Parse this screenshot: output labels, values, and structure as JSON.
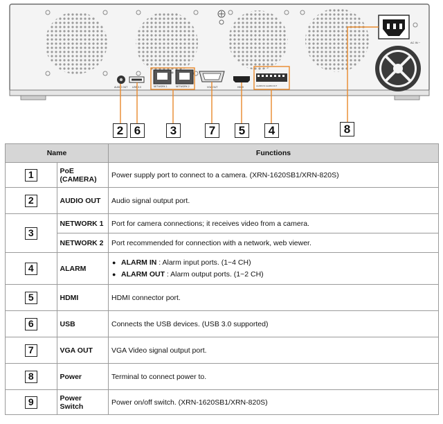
{
  "device_labels": {
    "audio_out": "AUDIO OUT",
    "usb": "USB 3.0",
    "network1": "NETWORK 1",
    "network2": "NETWORK 2",
    "vga_out": "VGA OUT",
    "hdmi": "HDMI",
    "alarm_in_out": "ALARM IN  ALARM OUT",
    "ac_in": "AC IN ~"
  },
  "callouts": [
    "2",
    "6",
    "3",
    "7",
    "5",
    "4",
    "8"
  ],
  "table": {
    "headers": {
      "name": "Name",
      "functions": "Functions"
    },
    "rows": [
      {
        "num": "1",
        "name": "PoE (CAMERA)",
        "function": "Power supply port to connect to a camera. (XRN-1620SB1/XRN-820S)"
      },
      {
        "num": "2",
        "name": "AUDIO OUT",
        "function": "Audio signal output port."
      },
      {
        "num": "3",
        "name": "NETWORK 1",
        "function": "Port for camera connections; it receives video from a camera."
      },
      {
        "num": "",
        "name": "NETWORK 2",
        "function": "Port recommended for connection with a network, web viewer."
      },
      {
        "num": "4",
        "name": "ALARM",
        "alarm_in_label": "ALARM IN",
        "alarm_in_text": " : Alarm input ports. (1~4 CH)",
        "alarm_out_label": "ALARM OUT",
        "alarm_out_text": " : Alarm output ports. (1~2 CH)"
      },
      {
        "num": "5",
        "name": "HDMI",
        "function": "HDMI connector port."
      },
      {
        "num": "6",
        "name": "USB",
        "function": "Connects the USB devices. (USB 3.0 supported)"
      },
      {
        "num": "7",
        "name": "VGA OUT",
        "function": "VGA Video signal output port."
      },
      {
        "num": "8",
        "name": "Power",
        "function": "Terminal to connect power to."
      },
      {
        "num": "9",
        "name": "Power Switch",
        "function": "Power on/off switch. (XRN-1620SB1/XRN-820S)"
      }
    ]
  }
}
